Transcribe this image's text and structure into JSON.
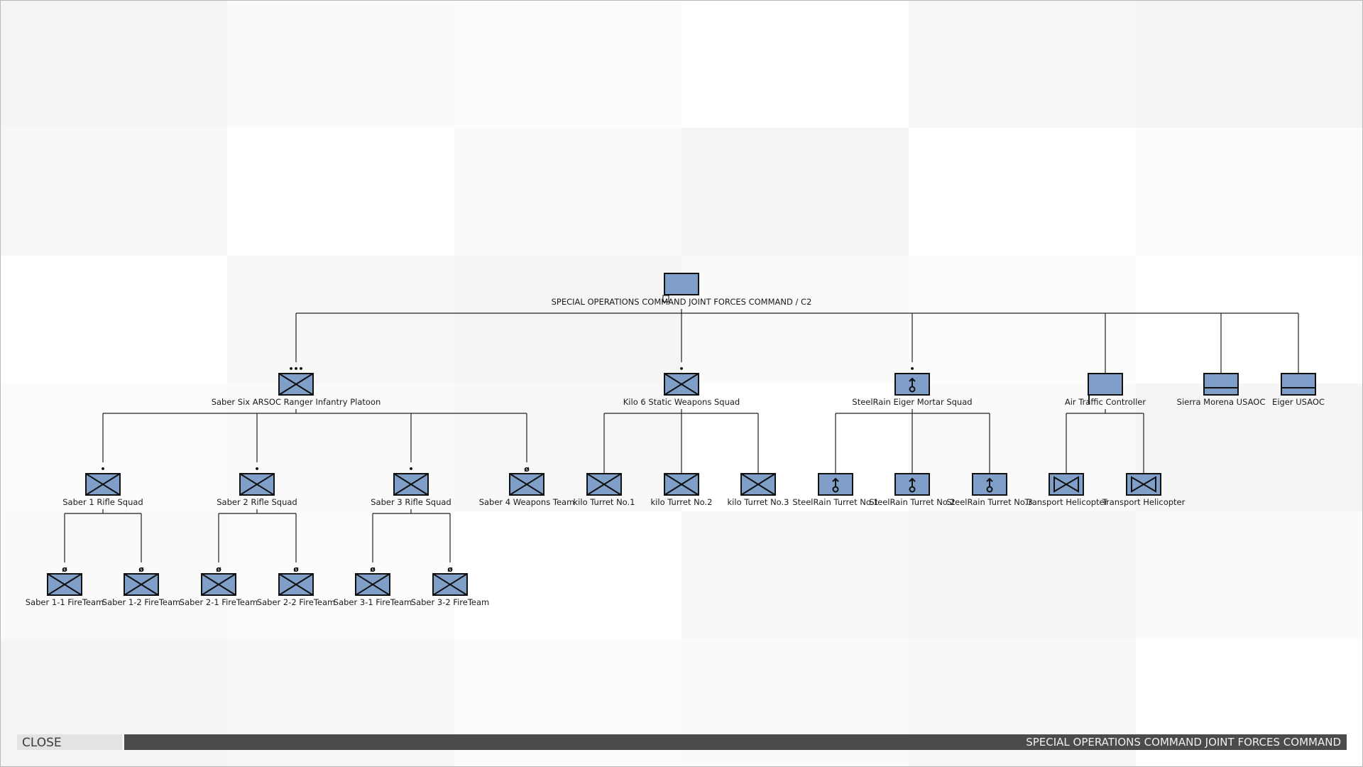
{
  "window": {
    "title": "SPECIAL OPERATIONS COMMAND JOINT FORCES COMMAND"
  },
  "footer": {
    "close_label": "CLOSE",
    "title": "SPECIAL OPERATIONS COMMAND JOINT FORCES COMMAND"
  },
  "colors": {
    "symbol_fill": "#7f9fc8",
    "symbol_stroke": "#111111",
    "line": "#222222"
  },
  "org": {
    "label": "SPECIAL OPERATIONS COMMAND JOINT FORCES COMMAND / C2",
    "icon": "headquarters",
    "echelon": "",
    "children": [
      {
        "label": "Saber Six ARSOC Ranger Infantry Platoon",
        "icon": "infantry",
        "echelon": "•••",
        "children": [
          {
            "label": "Saber 1 Rifle Squad",
            "icon": "infantry",
            "echelon": "•",
            "children": [
              {
                "label": "Saber 1-1 FireTeam",
                "icon": "infantry",
                "echelon": "ø"
              },
              {
                "label": "Saber 1-2 FireTeam",
                "icon": "infantry",
                "echelon": "ø"
              }
            ]
          },
          {
            "label": "Saber 2 Rifle Squad",
            "icon": "infantry",
            "echelon": "•",
            "children": [
              {
                "label": "Saber 2-1 FireTeam",
                "icon": "infantry",
                "echelon": "ø"
              },
              {
                "label": "Saber 2-2 FireTeam",
                "icon": "infantry",
                "echelon": "ø"
              }
            ]
          },
          {
            "label": "Saber 3 Rifle Squad",
            "icon": "infantry",
            "echelon": "•",
            "children": [
              {
                "label": "Saber 3-1 FireTeam",
                "icon": "infantry",
                "echelon": "ø"
              },
              {
                "label": "Saber 3-2 FireTeam",
                "icon": "infantry",
                "echelon": "ø"
              }
            ]
          },
          {
            "label": "Saber 4 Weapons Team",
            "icon": "infantry",
            "echelon": "ø"
          }
        ]
      },
      {
        "label": "Kilo 6 Static Weapons Squad",
        "icon": "infantry",
        "echelon": "•",
        "children": [
          {
            "label": "kilo Turret No.1",
            "icon": "infantry",
            "echelon": ""
          },
          {
            "label": "kilo Turret No.2",
            "icon": "infantry",
            "echelon": ""
          },
          {
            "label": "kilo Turret No.3",
            "icon": "infantry",
            "echelon": ""
          }
        ]
      },
      {
        "label": "SteelRain Eiger Mortar Squad",
        "icon": "mortar",
        "echelon": "•",
        "children": [
          {
            "label": "SteelRain Turret No.1",
            "icon": "mortar",
            "echelon": ""
          },
          {
            "label": "SteelRain Turret No.2",
            "icon": "mortar",
            "echelon": ""
          },
          {
            "label": "SteelRain Turret No.3",
            "icon": "mortar",
            "echelon": ""
          }
        ]
      },
      {
        "label": "Air Traffic Controller",
        "icon": "headquarters",
        "echelon": "",
        "children": [
          {
            "label": "Transport Helicopter",
            "icon": "rotary-wing",
            "echelon": ""
          },
          {
            "label": "Transport Helicopter",
            "icon": "rotary-wing",
            "echelon": ""
          }
        ]
      },
      {
        "label": "Sierra Morena USAOC",
        "icon": "band",
        "echelon": ""
      },
      {
        "label": "Eiger USAOC",
        "icon": "band",
        "echelon": ""
      }
    ]
  }
}
